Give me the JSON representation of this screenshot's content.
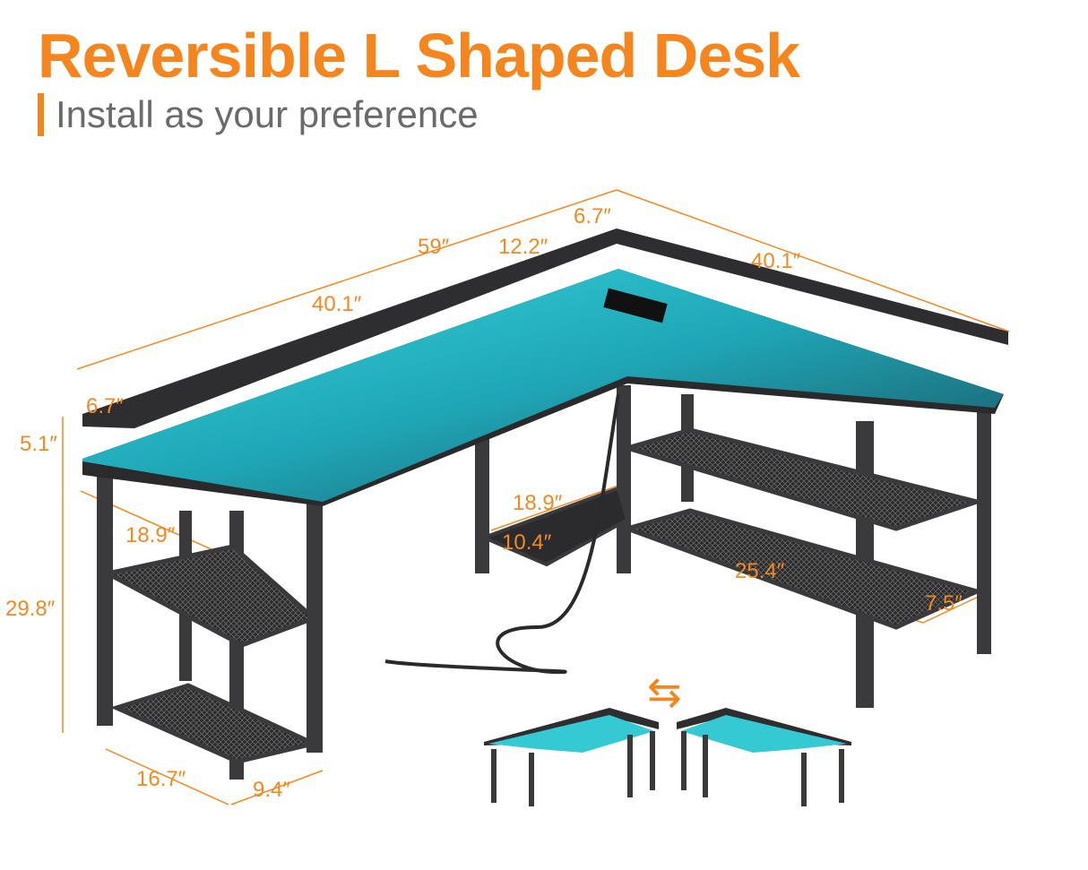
{
  "header": {
    "title": "Reversible L Shaped Desk",
    "subtitle": "Install as your preference"
  },
  "dimensions": {
    "total_length": "59″",
    "corner_depth": "12.2″",
    "top_shelf_depth_right": "6.7″",
    "left_wing_length": "40.1″",
    "right_wing_length": "40.1″",
    "top_shelf_depth_left": "6.7″",
    "top_shelf_height": "5.1″",
    "desk_height": "29.8″",
    "left_shelf_width": "18.9″",
    "center_shelf_width": "18.9″",
    "center_shelf_depth": "10.4″",
    "right_shelf_width": "25.4″",
    "right_shelf_depth": "7.5″",
    "left_base_width": "16.7″",
    "left_base_depth": "9.4″"
  },
  "swap_icon": "swap-arrows-icon",
  "colors": {
    "accent": "#f5861f",
    "subtitle": "#6a6a6a",
    "led": "#35e0e6",
    "frame": "#3a3a3c"
  }
}
